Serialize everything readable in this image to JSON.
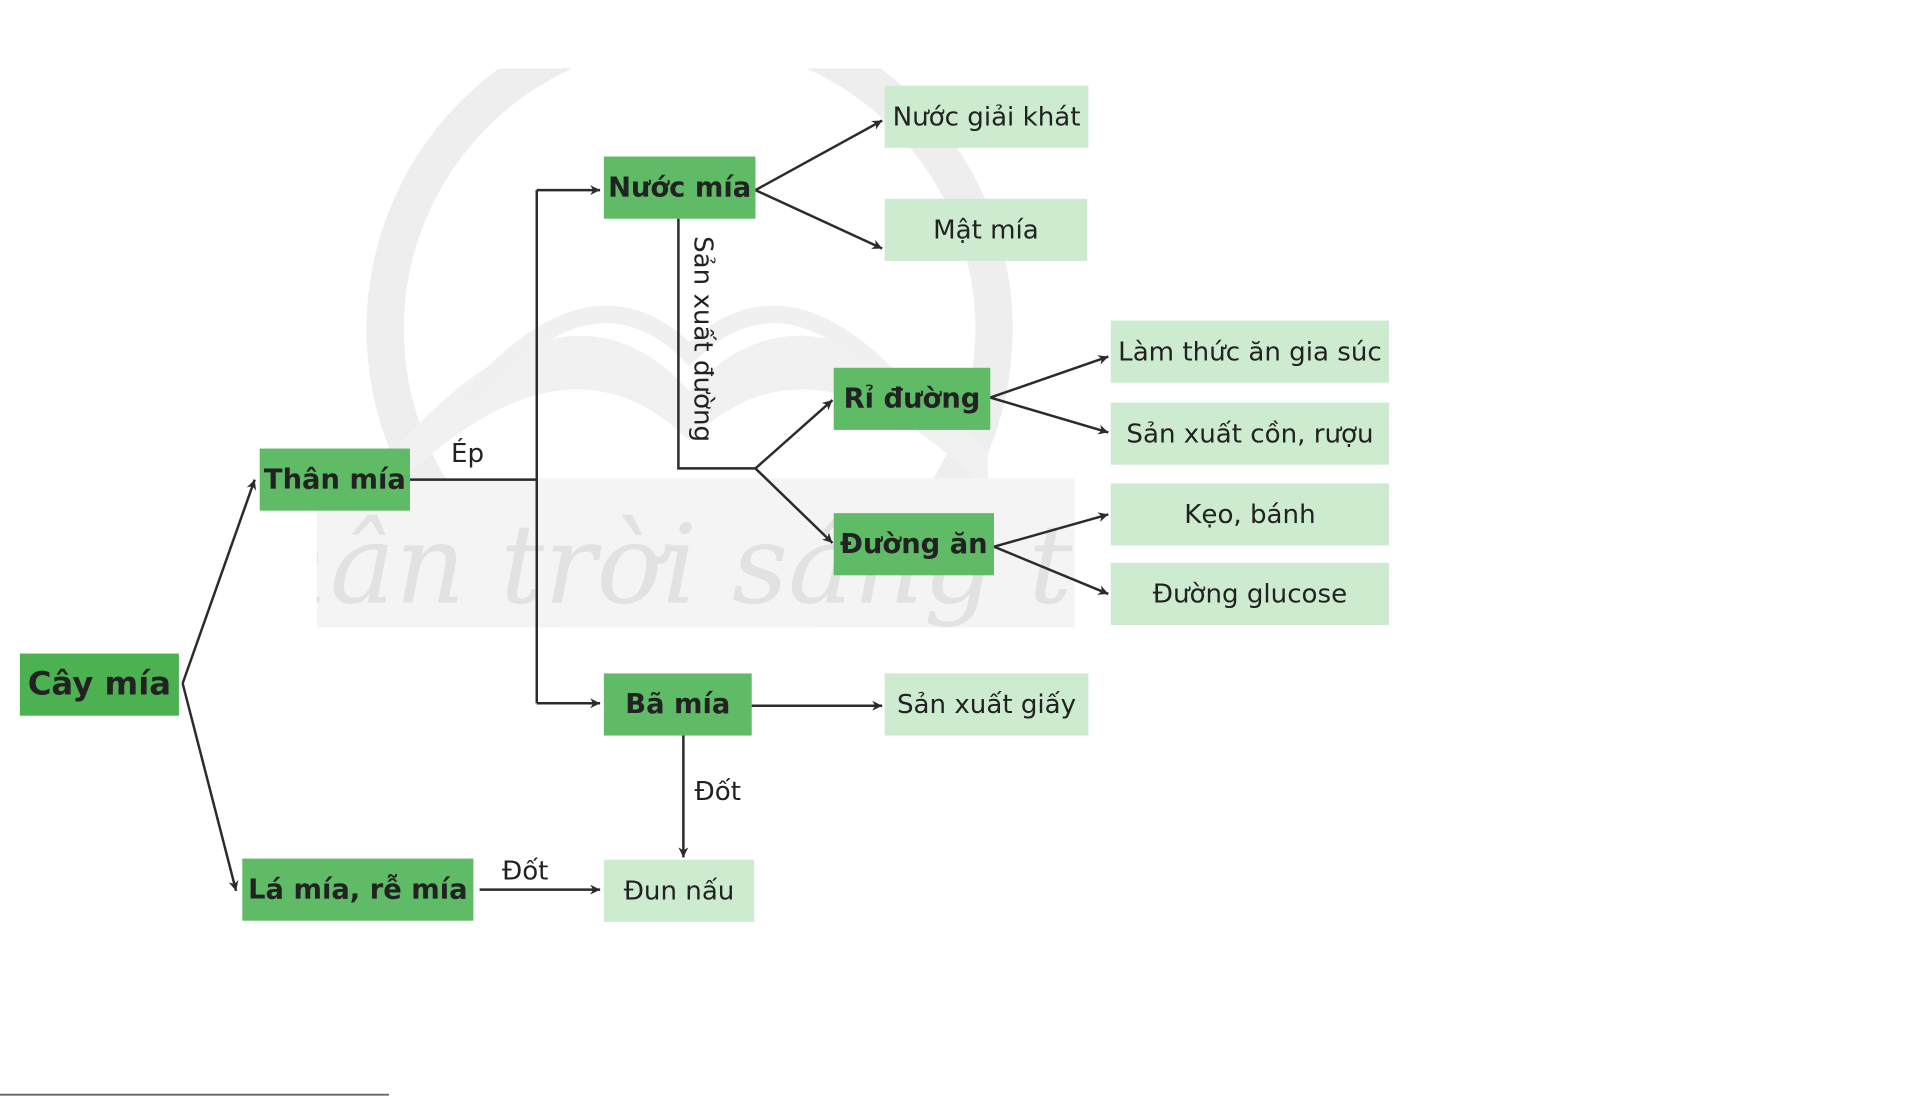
{
  "watermark": {
    "text": "Chân trời sáng tạo"
  },
  "nodes": {
    "cay_mia": "Cây mía",
    "than_mia": "Thân mía",
    "la_mia_re_mia": "Lá mía, rễ mía",
    "nuoc_mia": "Nước mía",
    "ba_mia": "Bã mía",
    "ri_duong": "Rỉ đường",
    "duong_an": "Đường ăn",
    "nuoc_giai_khat": "Nước giải khát",
    "mat_mia": "Mật mía",
    "lam_thuc_an_gia_suc": "Làm thức ăn gia súc",
    "san_xuat_con_ruou": "Sản xuất cồn, rượu",
    "keo_banh": "Kẹo, bánh",
    "duong_glucose": "Đường glucose",
    "san_xuat_giay": "Sản xuất giấy",
    "dun_nau": "Đun nấu"
  },
  "edge_labels": {
    "ep": "Ép",
    "san_xuat_duong": "Sản xuất đường",
    "dot_ba_mia": "Đốt",
    "dot_la_mia": "Đốt"
  },
  "colors": {
    "primary_node": "#5fbb66",
    "root_node": "#4cb151",
    "secondary_node": "#cdebcf",
    "connector": "#2b2b2b"
  }
}
